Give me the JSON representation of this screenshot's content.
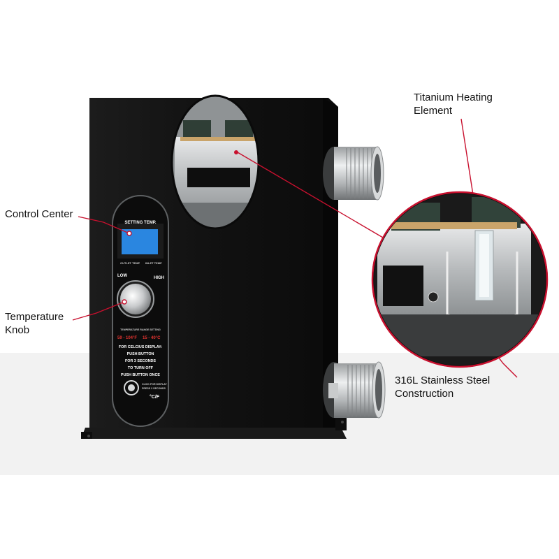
{
  "callouts": {
    "control_center": "Control Center",
    "temperature_knob": "Temperature\nKnob",
    "titanium_element": "Titanium Heating\nElement",
    "stainless_steel": "316L Stainless Steel\nConstruction"
  },
  "panel": {
    "setting_temp": "SETTING TEMP.",
    "outlet_temp": "OUTLET TEMP",
    "inlet_temp": "INLET TEMP",
    "low": "LOW",
    "high": "HIGH",
    "range_caption": "TEMPERATURE RANGE SETTING",
    "range_f": "59 - 104°F",
    "range_c": "15 - 40°C",
    "instr1": "FOR CELCIUS DISPLAY:",
    "instr2": "PUSH BUTTON",
    "instr3": "FOR 3 SECONDS",
    "instr4": "TO TURN OFF",
    "instr5": "PUSH BUTTON ONCE",
    "button_note1": "CLICK FOR DISPLAY",
    "button_note2": "PRESS 3 SECONDS",
    "unit_toggle": "°C/F"
  },
  "colors": {
    "body": "#141414",
    "callout_line": "#c8102e",
    "lcd": "#2a86e0",
    "steel": "#c9cbcc",
    "floor": "#f2f2f2"
  }
}
